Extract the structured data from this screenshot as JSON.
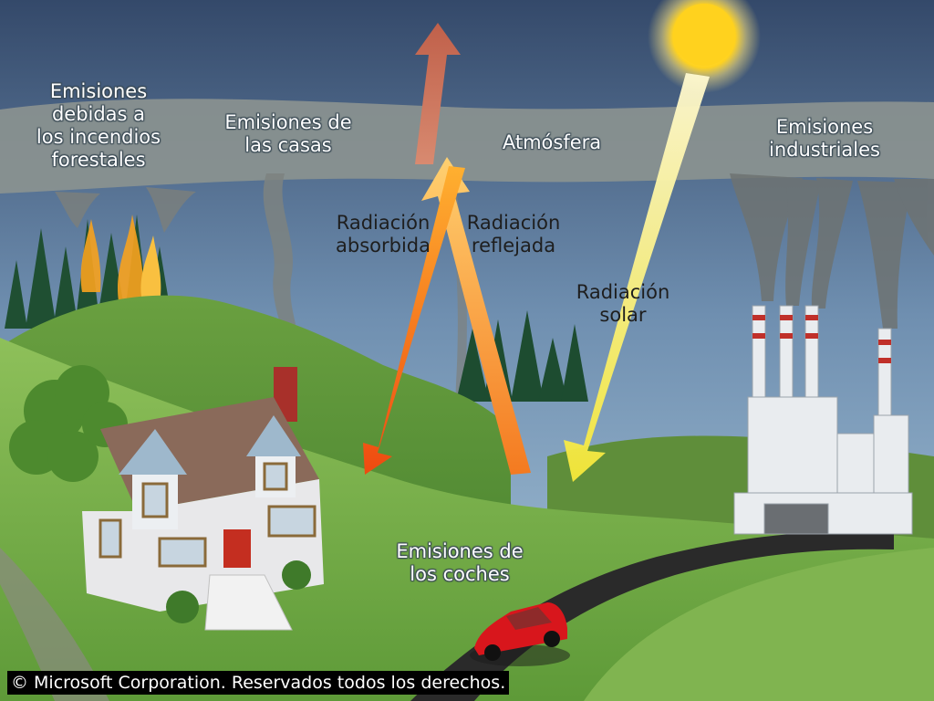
{
  "labels": {
    "forest_fires": "Emisiones\ndebidas a\nlos incendios\nforestales",
    "houses": "Emisiones de\nlas casas",
    "atmosphere": "Atmósfera",
    "industrial": "Emisiones\nindustriales",
    "absorbed": "Radiación\nabsorbida",
    "reflected": "Radiación\nreflejada",
    "solar": "Radiación\nsolar",
    "cars": "Emisiones de\nlos coches"
  },
  "copyright": "© Microsoft Corporation. Reservados todos los derechos.",
  "colors": {
    "sky_top": "#3b5576",
    "sky_bottom": "#8fb2cc",
    "atmosphere_band": "#8c9390",
    "hill_green": "#78a846",
    "road": "#2a2a2a",
    "sun": "#ffd21e",
    "absorbed_arrow": "#f05a14",
    "reflected_arrow": "#f7931e",
    "solar_arrow": "#fff066",
    "car": "#d8161c"
  }
}
